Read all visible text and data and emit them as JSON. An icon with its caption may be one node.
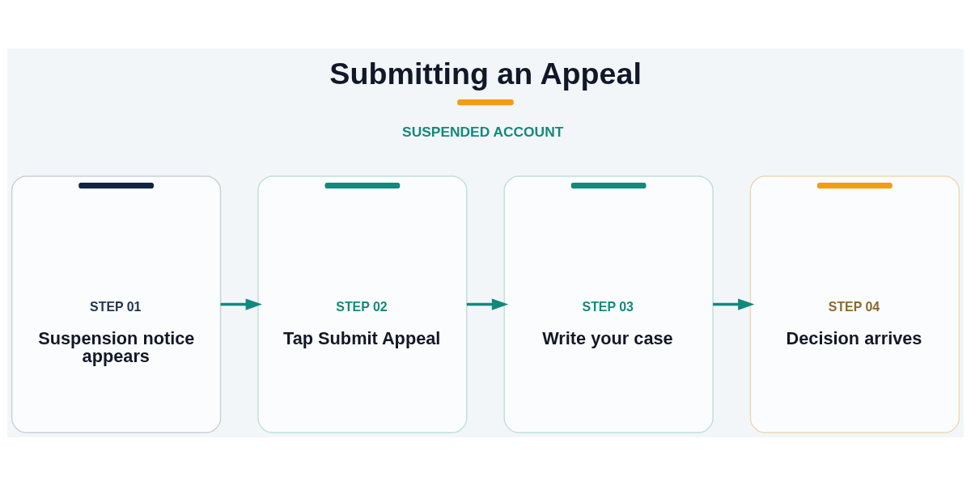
{
  "diagram": {
    "title": "Submitting an Appeal",
    "nodes": [
      {
        "text": [
          "STEP 01",
          "Suspension notice appears"
        ]
      },
      {
        "text": [
          "STEP 02",
          "Tap Submit Appeal"
        ]
      },
      {
        "text": [
          "STEP 03",
          "Write your case"
        ]
      },
      {
        "text": [
          "STEP 04",
          "Decision arrives"
        ]
      }
    ],
    "edges": [
      {
        "from": 0,
        "to": 1,
        "arrow": "to"
      },
      {
        "from": 1,
        "to": 2,
        "arrow": "to"
      },
      {
        "from": 2,
        "to": 3,
        "arrow": "to"
      }
    ],
    "labels": [
      "SUSPENDED ACCOUNT"
    ]
  }
}
